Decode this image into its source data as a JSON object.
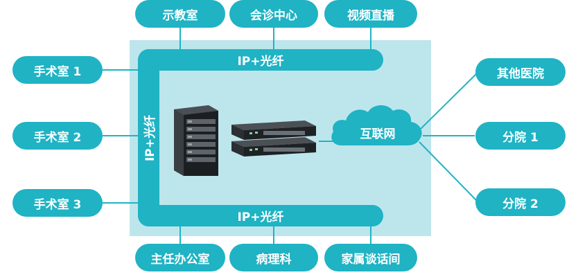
{
  "colors": {
    "teal": "#1fb3c4",
    "panel": "#bde6ec",
    "text": "#ffffff"
  },
  "top_nodes": [
    "示教室",
    "会诊中心",
    "视频直播"
  ],
  "bottom_nodes": [
    "主任办公室",
    "病理科",
    "家属谈话间"
  ],
  "left_nodes": [
    "手术室 1",
    "手术室 2",
    "手术室 3"
  ],
  "right_nodes": [
    "其他医院",
    "分院 1",
    "分院 2"
  ],
  "bus_labels": {
    "top": "IP+光纤",
    "bottom": "IP+光纤",
    "left": "IP+光纤"
  },
  "cloud_label": "互联网",
  "icons": {
    "server": "server-rack-icon",
    "switch": "network-switch-icon",
    "cloud": "cloud-icon"
  }
}
